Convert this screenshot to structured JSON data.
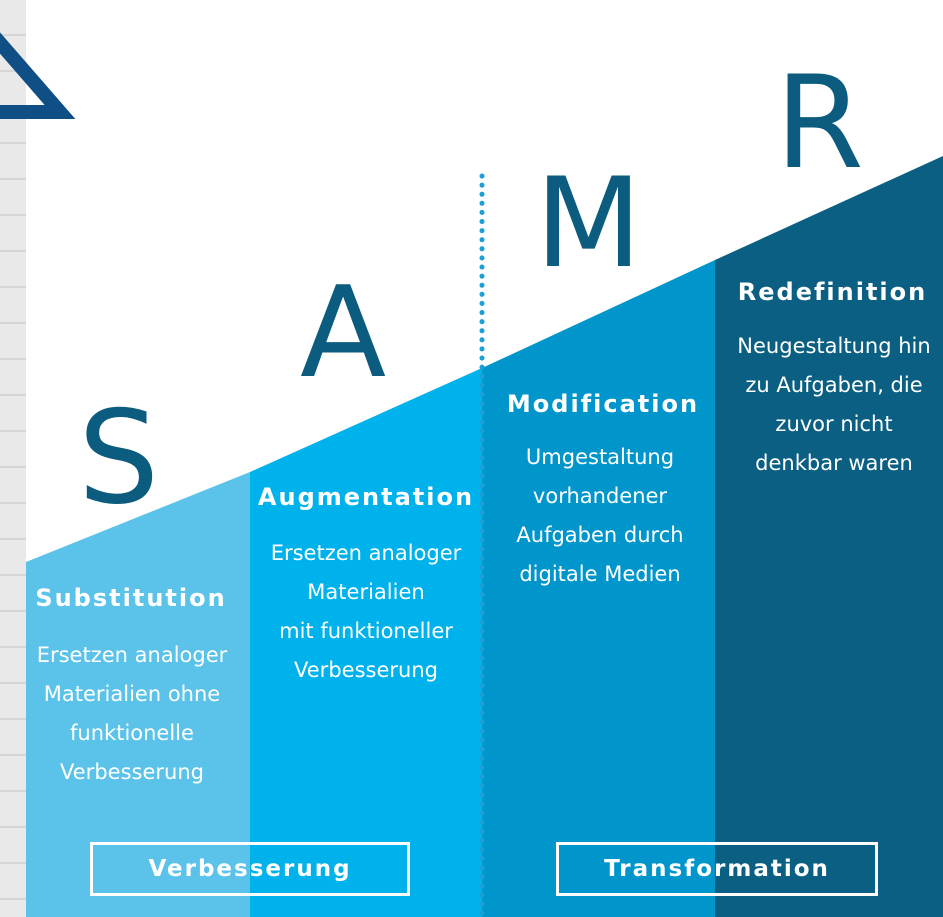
{
  "letters": {
    "s": "S",
    "a": "A",
    "m": "M",
    "r": "R"
  },
  "stages": {
    "substitution": {
      "title": "Substitution",
      "desc": "Ersetzen analoger\nMaterialien ohne\nfunktionelle\nVerbesserung"
    },
    "augmentation": {
      "title": "Augmentation",
      "desc": "Ersetzen analoger\nMaterialien\nmit funktioneller\nVerbesserung"
    },
    "modification": {
      "title": "Modification",
      "desc": "Umgestaltung\nvorhandener\nAufgaben durch\ndigitale Medien"
    },
    "redefinition": {
      "title": "Redefinition",
      "desc": "Neugestaltung hin\nzu Aufgaben, die\nzuvor nicht\ndenkbar waren"
    }
  },
  "groups": {
    "left": "Verbesserung",
    "right": "Transformation"
  },
  "colors": {
    "substitution": "#5bc3ea",
    "augmentation": "#00b2ec",
    "modification": "#0096cc",
    "redefinition": "#0a5f82",
    "letters": "#0b5c7e",
    "divider": "#1a9fd6"
  }
}
